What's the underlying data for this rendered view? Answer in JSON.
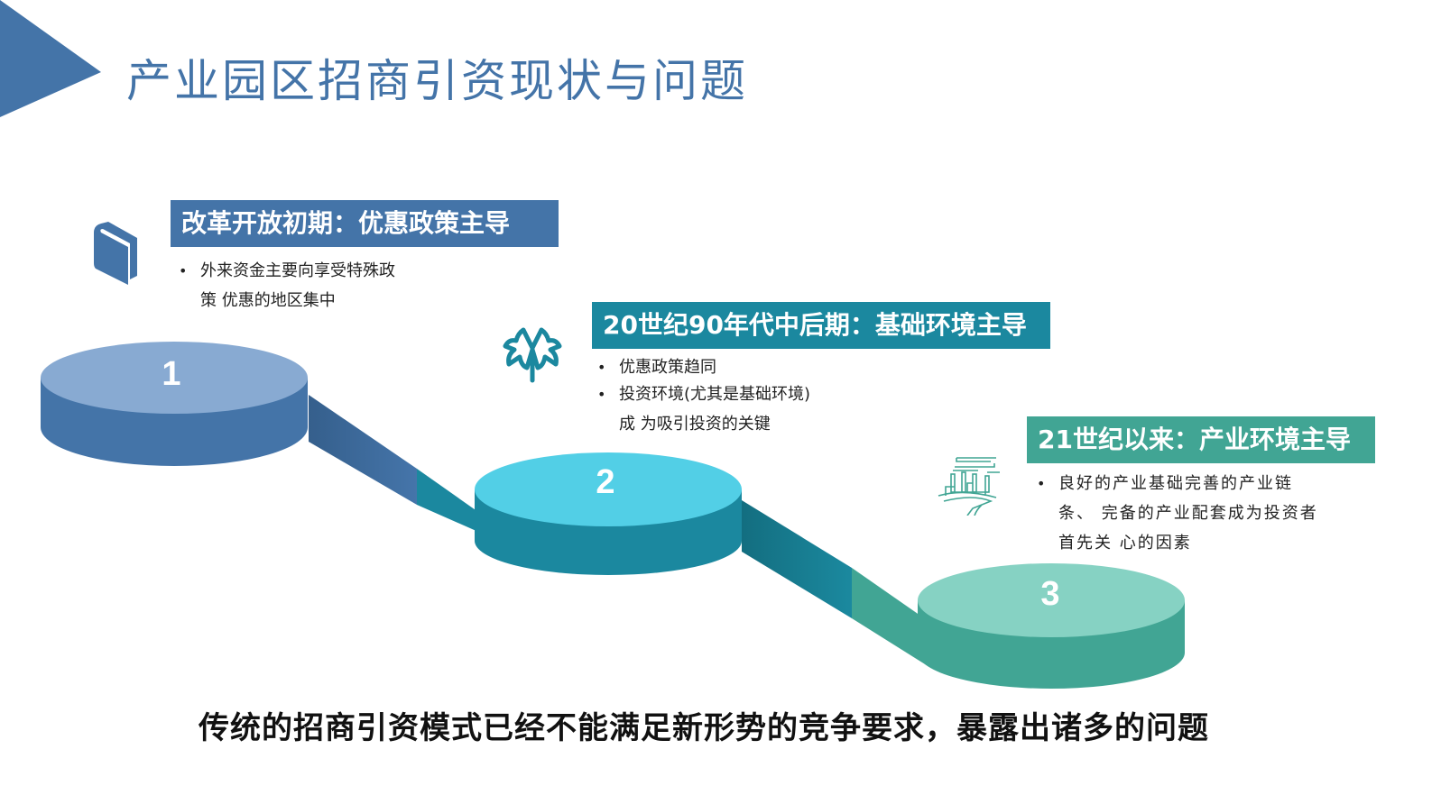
{
  "header": {
    "title": "产业园区招商引资现状与问题",
    "accent_color": "#4474a8"
  },
  "stages": [
    {
      "number": "1",
      "icon": "book-icon",
      "heading": "改革开放初期：优惠政策主导",
      "color": "#4474a8",
      "top_color": "#88aad2",
      "bullets": [
        {
          "lines": [
            "外来资金主要向享受特殊政",
            "策 优惠的地区集中"
          ]
        }
      ]
    },
    {
      "number": "2",
      "icon": "palm-tree-icon",
      "heading": "20世纪90年代中后期：基础环境主导",
      "color": "#1b889f",
      "top_color": "#52cfe6",
      "bullets": [
        {
          "lines": [
            "优惠政策趋同"
          ]
        },
        {
          "lines": [
            "投资环境(尤其是基础环境)",
            "成 为吸引投资的关键"
          ]
        }
      ]
    },
    {
      "number": "3",
      "icon": "factory-icon",
      "heading": "21世纪以来：产业环境主导",
      "color": "#41a594",
      "top_color": "#86d2c3",
      "bullets": [
        {
          "lines": [
            "良好的产业基础完善的产业链",
            "条、 完备的产业配套成为投资者",
            "首先关 心的因素"
          ]
        }
      ]
    }
  ],
  "footer": {
    "text": "传统的招商引资模式已经不能满足新形势的竞争要求，暴露出诸多的问题"
  }
}
